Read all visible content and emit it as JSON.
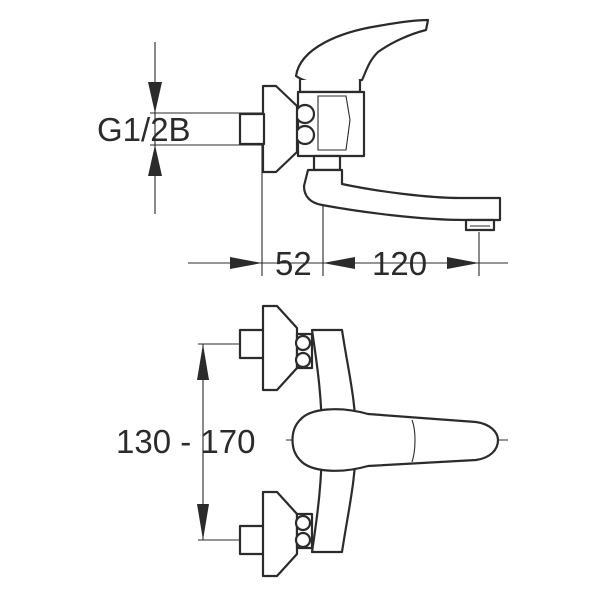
{
  "dimensions": {
    "thread": "G1/2B",
    "projection_wall": "52",
    "spout_reach": "120",
    "centre_distance": "130 - 170"
  },
  "colors": {
    "line": "#2b2b2b",
    "background": "#ffffff"
  }
}
